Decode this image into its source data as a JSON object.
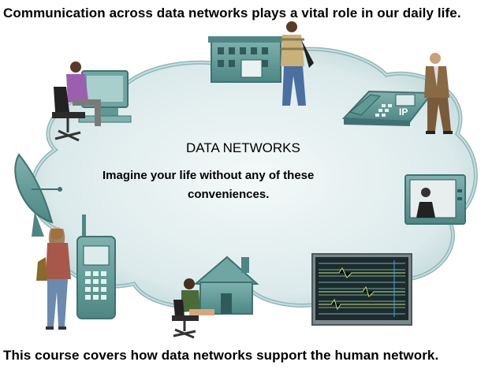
{
  "captions": {
    "top": "Communication across data networks plays a vital role in our daily life.",
    "bottom": "This course covers how data networks support the human network."
  },
  "cloud": {
    "title": "DATA NETWORKS",
    "line1": "Imagine your life without any of these",
    "line2": "conveniences."
  },
  "phone": {
    "badge": "IP"
  },
  "colors": {
    "cloud_fill": "#dbe9ea",
    "cloud_edge": "#88b3b4",
    "device_teal": "#5f9996",
    "device_dark": "#3f7270"
  },
  "icons": [
    "computer-user-icon",
    "office-building-icon",
    "walking-man-icon",
    "ip-phone-icon",
    "businessman-phone-icon",
    "satellite-dish-icon",
    "television-icon",
    "woman-icon",
    "mobile-phone-icon",
    "house-icon",
    "seated-woman-icon",
    "network-monitor-icon"
  ]
}
